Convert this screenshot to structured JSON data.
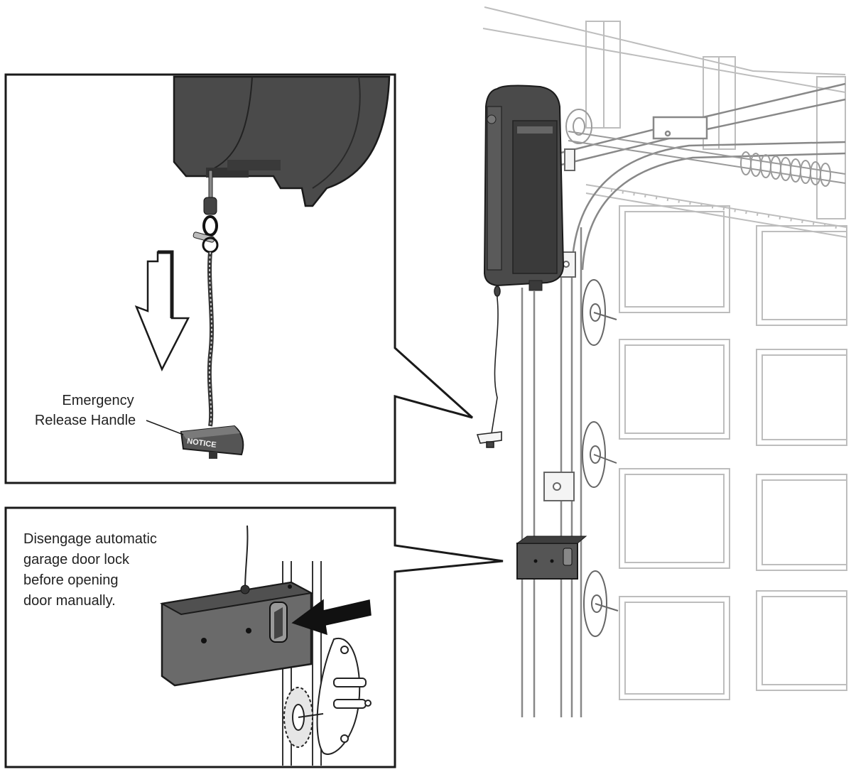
{
  "callout_release": {
    "label_lines": [
      "Emergency",
      "Release Handle"
    ],
    "handle_text": "NOTICE"
  },
  "callout_lock": {
    "label_lines": [
      "Disengage automatic",
      "garage door lock",
      "before opening",
      "door manually."
    ]
  },
  "colors": {
    "housing": "#4a4a4a",
    "housing_dark": "#2e2e2e",
    "lock_body": "#6a6a6a",
    "line_light": "#b8b8b8",
    "line_dark": "#1a1a1a"
  },
  "icons": {
    "down_arrow": "down-arrow-icon",
    "push_arrow": "push-arrow-icon"
  }
}
